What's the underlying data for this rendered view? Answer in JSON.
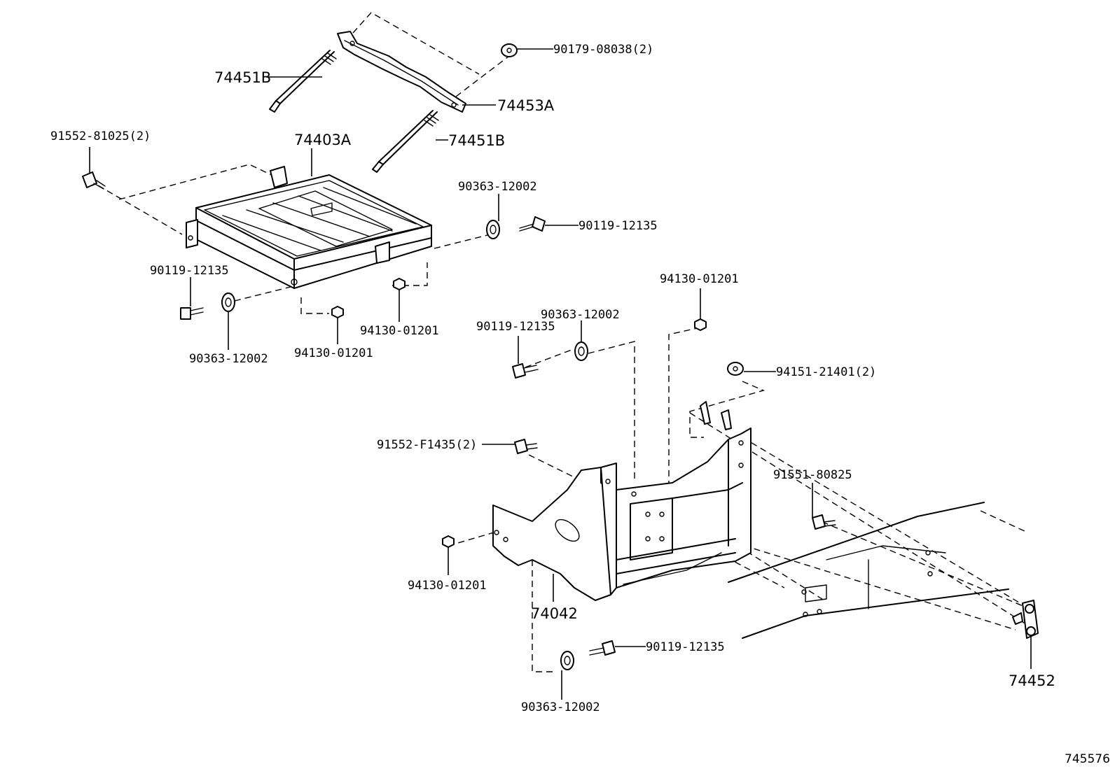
{
  "labels": {
    "p_74451B_upper": "74451B",
    "p_74453A": "74453A",
    "p_90179_08038": "90179-08038(2)",
    "p_74451B_lower": "74451B",
    "p_91552_81025": "91552-81025(2)",
    "p_74403A": "74403A",
    "p_90363_12002_right": "90363-12002",
    "p_90119_12135_right": "90119-12135",
    "p_90119_12135_left": "90119-12135",
    "p_90363_12002_left": "90363-12002",
    "p_94130_01201_mid": "94130-01201",
    "p_94130_01201_tray": "94130-01201",
    "p_94130_01201_top": "94130-01201",
    "p_90363_12002_center": "90363-12002",
    "p_90119_12135_center": "90119-12135",
    "p_94151_21401": "94151-21401(2)",
    "p_91552_F1435": "91552-F1435(2)",
    "p_91551_80825": "91551-80825",
    "p_94130_01201_lower": "94130-01201",
    "p_74042": "74042",
    "p_90119_12135_bottom": "90119-12135",
    "p_90363_12002_bottom": "90363-12002",
    "p_74452": "74452"
  },
  "diagram_id": "745576"
}
